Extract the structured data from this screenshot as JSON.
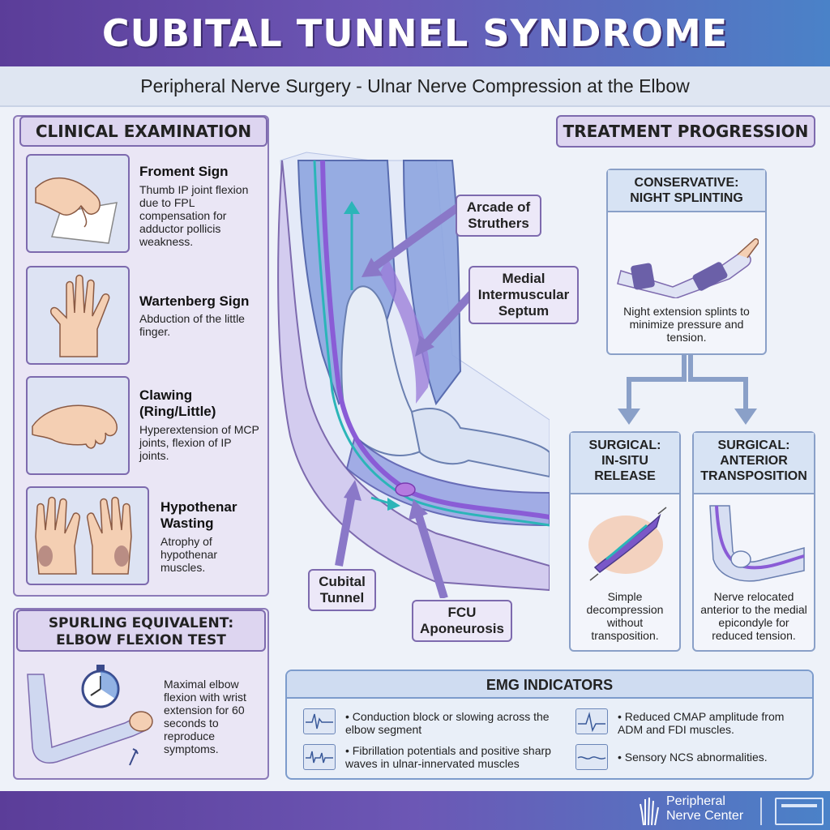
{
  "header": {
    "title": "CUBITAL TUNNEL SYNDROME",
    "subtitle": "Peripheral Nerve Surgery - Ulnar Nerve Compression at the Elbow"
  },
  "clinical": {
    "title": "CLINICAL EXAMINATION",
    "cards": [
      {
        "title": "Froment Sign",
        "text": "Thumb IP joint flexion due to FPL compensation for adductor pollicis weakness."
      },
      {
        "title": "Wartenberg Sign",
        "text": "Abduction of the little finger."
      },
      {
        "title": "Clawing (Ring/Little)",
        "text": "Hyperextension of MCP joints, flexion of IP joints."
      },
      {
        "title": "Hypothenar Wasting",
        "text": "Atrophy of hypothenar muscles."
      }
    ]
  },
  "spurling": {
    "title_line1": "SPURLING EQUIVALENT:",
    "title_line2": "ELBOW FLEXION TEST",
    "text": "Maximal elbow flexion with wrist extension for 60 seconds to reproduce symptoms."
  },
  "anatomy": {
    "labels": {
      "arcade": "Arcade of Struthers",
      "septum": "Medial Intermuscular Septum",
      "cubital": "Cubital Tunnel",
      "fcu": "FCU Aponeurosis"
    }
  },
  "treatment": {
    "title": "TREATMENT PROGRESSION",
    "conservative": {
      "title_line1": "CONSERVATIVE:",
      "title_line2": "NIGHT SPLINTING",
      "text": "Night extension splints to minimize pressure and tension."
    },
    "insitu": {
      "title_line1": "SURGICAL:",
      "title_line2": "IN-SITU",
      "title_line3": "RELEASE",
      "text": "Simple decompression without transposition."
    },
    "anterior": {
      "title_line1": "SURGICAL:",
      "title_line2": "ANTERIOR",
      "title_line3": "TRANSPOSITION",
      "text": "Nerve relocated anterior to the medial epicondyle for reduced tension."
    }
  },
  "emg": {
    "title": "EMG INDICATORS",
    "items": [
      "• Conduction block or slowing across the elbow segment",
      "• Reduced CMAP amplitude from ADM and FDI muscles.",
      "• Fibrillation potentials and positive sharp waves in ulnar-innervated muscles",
      "• Sensory NCS abnormalities."
    ]
  },
  "footer": {
    "logo_line1": "Peripheral",
    "logo_line2": "Nerve Center"
  },
  "colors": {
    "purple": "#5b3d99",
    "blue": "#4a82c8",
    "nerve": "#8a5cd6",
    "teal": "#2bb5b8"
  }
}
